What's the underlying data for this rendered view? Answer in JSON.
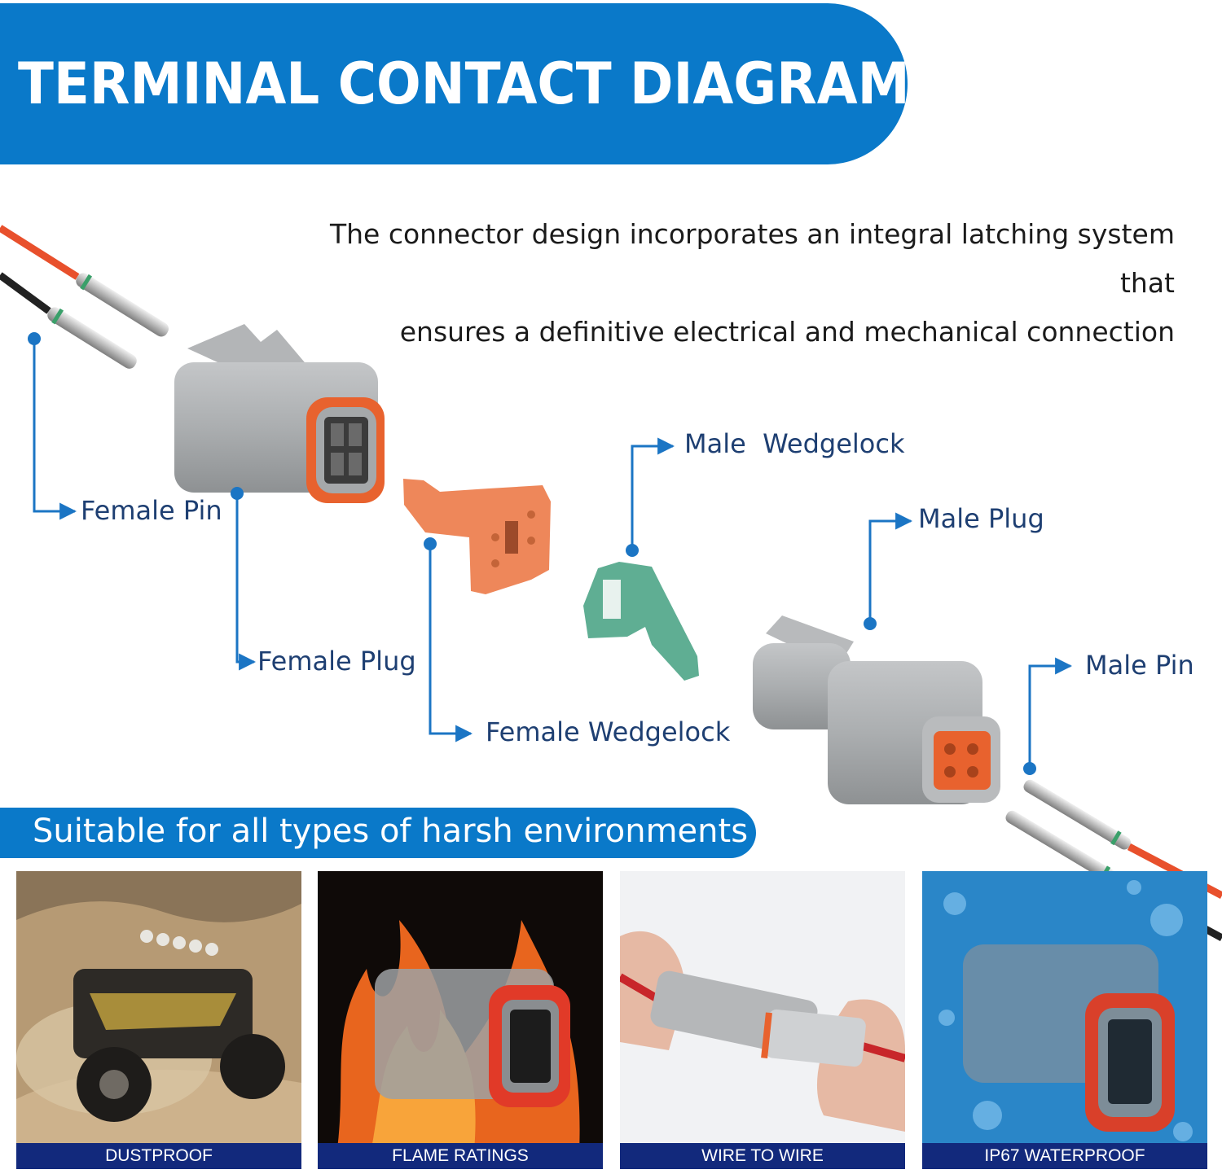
{
  "header": {
    "title": "TERMINAL CONTACT DIAGRAM"
  },
  "description": {
    "line1": "The connector design incorporates an integral latching system that",
    "line2": "ensures a definitive electrical and mechanical connection"
  },
  "parts": {
    "female_pin": "Female Pin",
    "female_plug": "Female Plug",
    "female_wedgelock": "Female Wedgelock",
    "male_wedgelock": "Male  Wedgelock",
    "male_plug": "Male Plug",
    "male_pin": "Male Pin"
  },
  "environments": {
    "title": "Suitable for all types of harsh environments",
    "items": [
      {
        "caption": "DUSTPROOF"
      },
      {
        "caption": "FLAME RATINGS"
      },
      {
        "caption": "WIRE TO WIRE"
      },
      {
        "caption": "IP67 WATERPROOF"
      }
    ]
  },
  "colors": {
    "brand_blue": "#0a79c9",
    "callout_line": "#1b75c4",
    "label_text": "#1e3f72",
    "caption_bar": "#12297c",
    "connector_gray": "#a9acae",
    "seal_orange": "#e8622e",
    "wedgelock_orange": "#ee875a",
    "wedgelock_green": "#5fae93"
  }
}
